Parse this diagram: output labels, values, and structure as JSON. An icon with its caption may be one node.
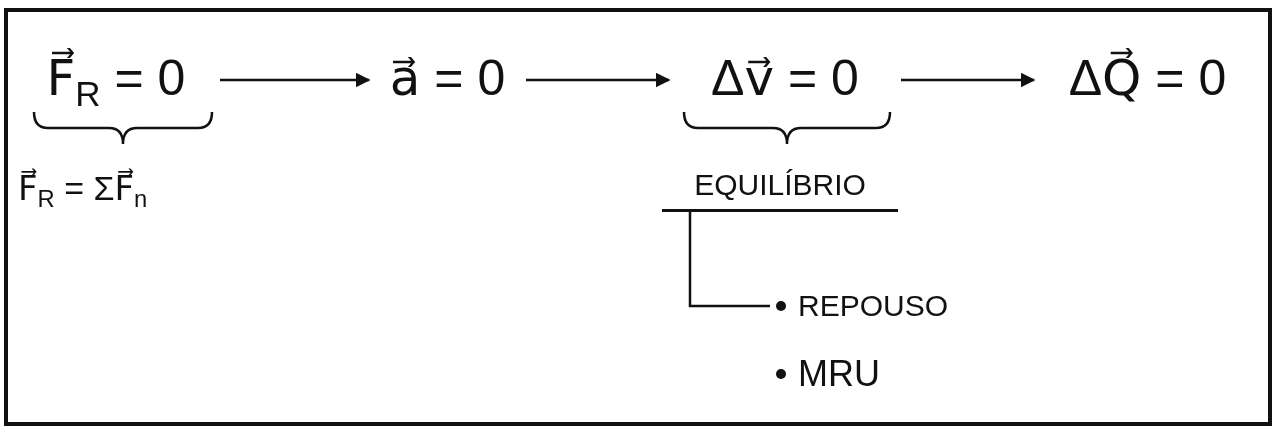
{
  "diagram": {
    "nodes": [
      {
        "text": [
          "F⃗$_{R}$ = 0"
        ],
        "beside": [
          "F⃗$_{R}$ = ΣF⃗$_{n}$"
        ]
      },
      {
        "text": [
          "a⃗ = 0"
        ]
      },
      {
        "text": [
          "Δv⃗ = 0"
        ]
      },
      {
        "text": [
          "ΔQ⃗ = 0"
        ]
      },
      {
        "text": [
          "EQUILÍBRIO"
        ]
      },
      {
        "text": [
          "REPOUSO"
        ]
      },
      {
        "text": [
          "MRU"
        ]
      }
    ],
    "edges": [
      {
        "from": 0,
        "to": 1,
        "arrow": "to"
      },
      {
        "from": 1,
        "to": 2,
        "arrow": "to"
      },
      {
        "from": 2,
        "to": 3,
        "arrow": "to"
      },
      {
        "from": 4,
        "to": 5,
        "arrow": "none"
      }
    ]
  }
}
